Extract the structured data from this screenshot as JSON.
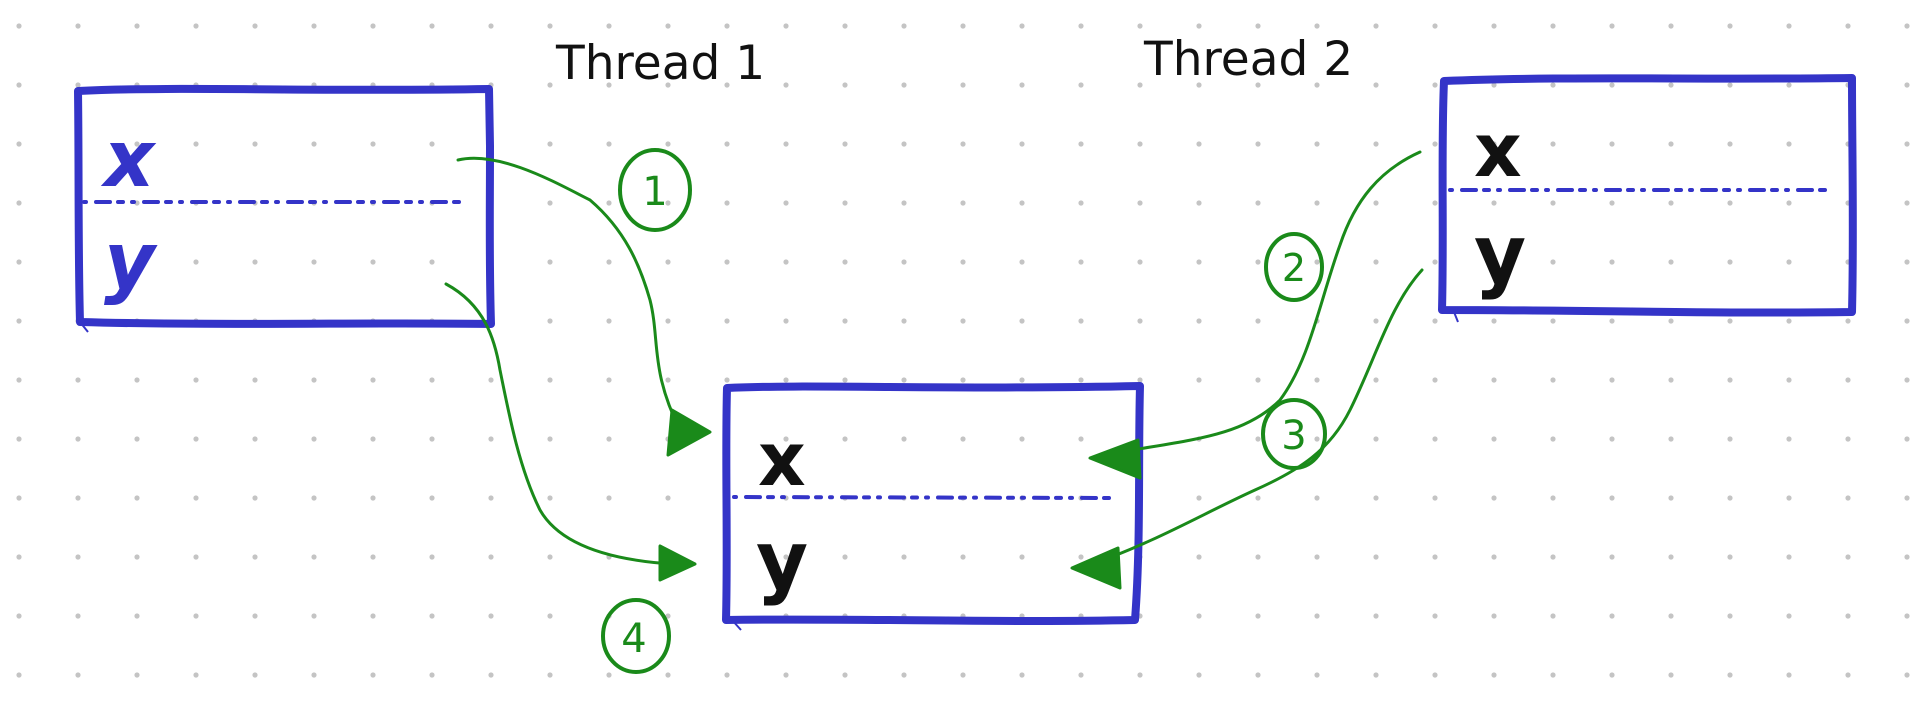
{
  "titles": {
    "thread_1": "Thread 1",
    "thread_2": "Thread 2"
  },
  "boxes": {
    "thread_1": {
      "top_label": "x",
      "bottom_label": "y"
    },
    "shared": {
      "top_label": "x",
      "bottom_label": "y"
    },
    "thread_2": {
      "top_label": "x",
      "bottom_label": "y"
    }
  },
  "steps": [
    "1",
    "2",
    "3",
    "4"
  ],
  "colors": {
    "box_stroke": "#3434c8",
    "arrow": "#1a8a1a",
    "thread_1_labels": "#3434c8",
    "dark_labels": "#111111",
    "grid_dots": "#c4c4c4",
    "background": "#ffffff"
  }
}
